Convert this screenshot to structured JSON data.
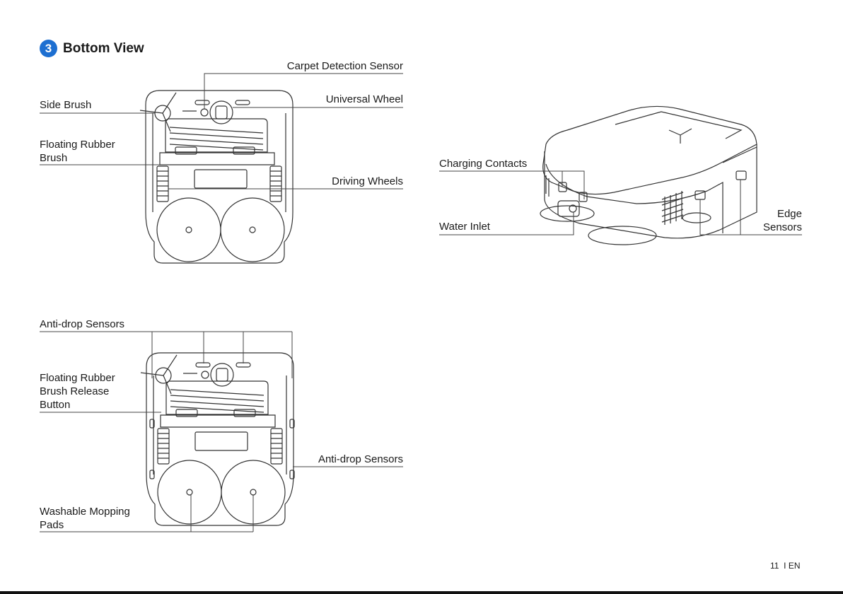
{
  "section": {
    "number": "3",
    "title": "Bottom View"
  },
  "labels": {
    "carpet_detection_sensor": "Carpet Detection Sensor",
    "side_brush": "Side Brush",
    "universal_wheel": "Universal Wheel",
    "floating_rubber_brush": [
      "Floating Rubber",
      "Brush"
    ],
    "driving_wheels": "Driving Wheels",
    "anti_drop_sensors_top": "Anti-drop Sensors",
    "floating_rubber_brush_release_button": [
      "Floating Rubber",
      "Brush Release",
      "Button"
    ],
    "anti_drop_sensors_right": "Anti-drop Sensors",
    "washable_mopping_pads": [
      "Washable Mopping",
      "Pads"
    ],
    "charging_contacts": "Charging Contacts",
    "water_inlet": "Water Inlet",
    "edge_sensors": [
      "Edge",
      "Sensors"
    ]
  },
  "footer": {
    "page": "11",
    "lang": "EN",
    "separator": "I"
  },
  "colors": {
    "badge": "#1d6fd1",
    "line": "#444444"
  }
}
